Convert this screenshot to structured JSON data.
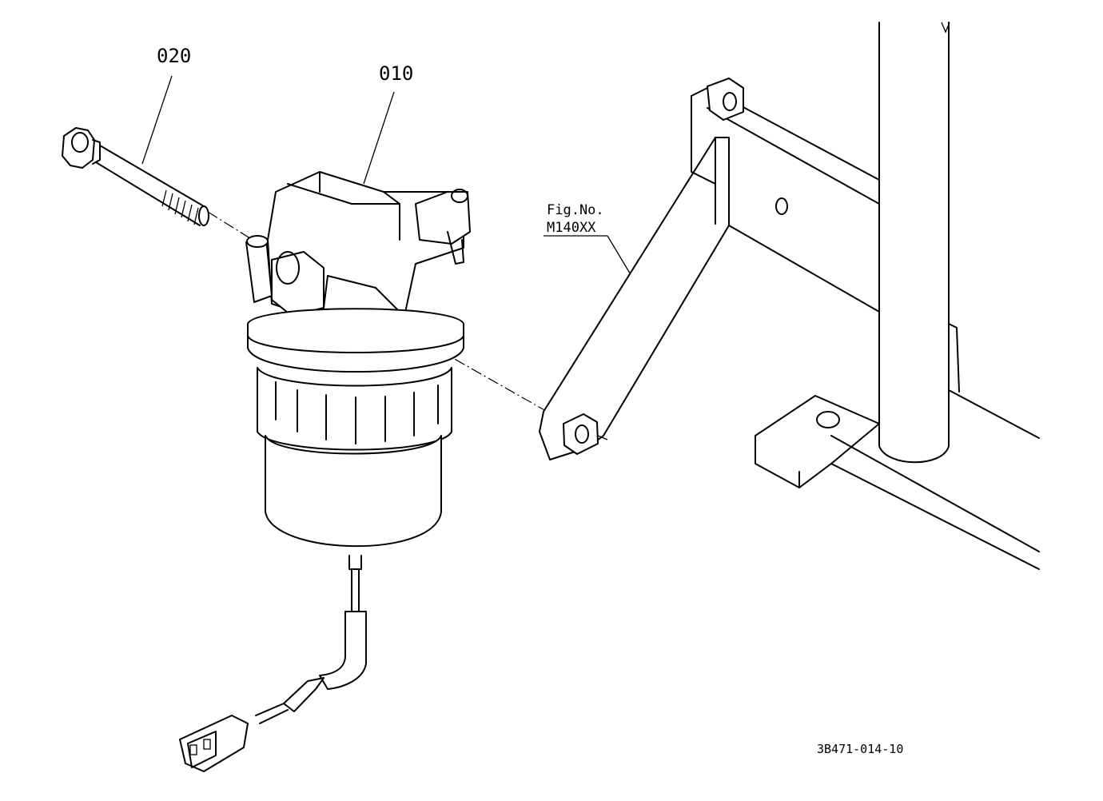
{
  "labels": {
    "part_020": "020",
    "part_010": "010",
    "fig_ref_line1": "Fig.No.",
    "fig_ref_line2": "M140XX",
    "drawing_id": "3B471-014-10"
  },
  "colors": {
    "line": "#000000",
    "background": "#ffffff"
  }
}
